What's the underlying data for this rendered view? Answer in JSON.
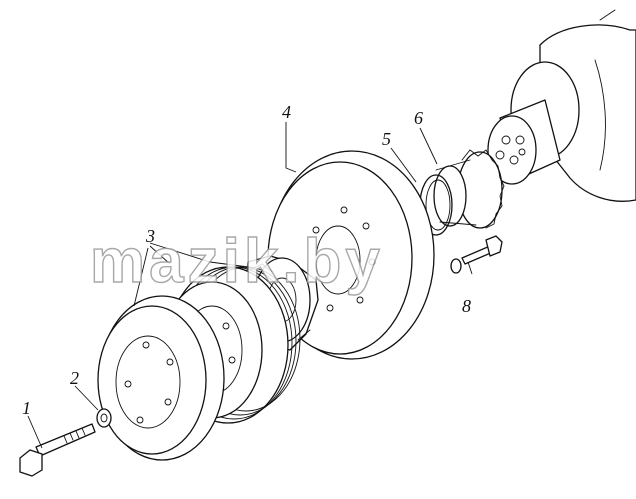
{
  "diagram": {
    "watermark": "mazik.by",
    "callouts": [
      {
        "id": "1",
        "label": "1"
      },
      {
        "id": "2",
        "label": "2"
      },
      {
        "id": "3",
        "label": "3"
      },
      {
        "id": "4",
        "label": "4"
      },
      {
        "id": "5",
        "label": "5"
      },
      {
        "id": "6",
        "label": "6"
      },
      {
        "id": "8",
        "label": "8"
      }
    ]
  }
}
